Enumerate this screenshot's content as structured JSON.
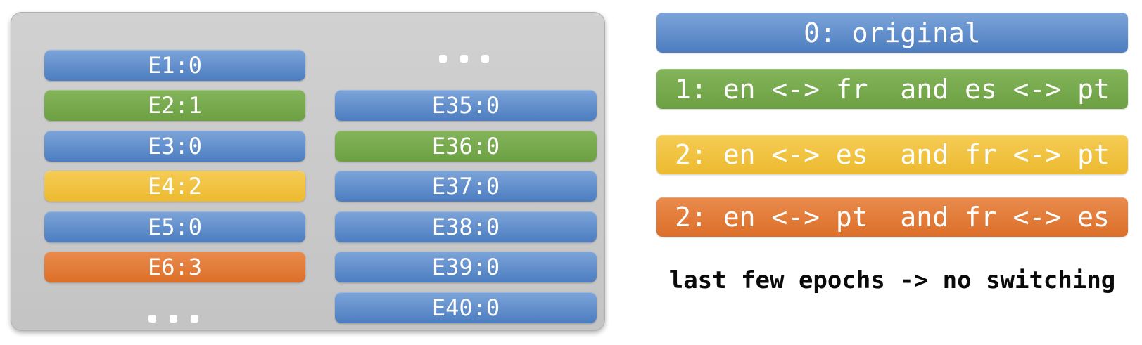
{
  "panel": {
    "columns": [
      {
        "items": [
          {
            "type": "pill",
            "label": "E1:0",
            "color": "blue"
          },
          {
            "type": "pill",
            "label": "E2:1",
            "color": "green"
          },
          {
            "type": "pill",
            "label": "E3:0",
            "color": "blue"
          },
          {
            "type": "pill",
            "label": "E4:2",
            "color": "yellow"
          },
          {
            "type": "pill",
            "label": "E5:0",
            "color": "blue"
          },
          {
            "type": "pill",
            "label": "E6:3",
            "color": "orange"
          },
          {
            "type": "ellipsis",
            "label": "..."
          }
        ]
      },
      {
        "items": [
          {
            "type": "ellipsis",
            "label": "..."
          },
          {
            "type": "pill",
            "label": "E35:0",
            "color": "blue"
          },
          {
            "type": "pill",
            "label": "E36:0",
            "color": "green"
          },
          {
            "type": "pill",
            "label": "E37:0",
            "color": "blue"
          },
          {
            "type": "pill",
            "label": "E38:0",
            "color": "blue"
          },
          {
            "type": "pill",
            "label": "E39:0",
            "color": "blue"
          },
          {
            "type": "pill",
            "label": "E40:0",
            "color": "blue"
          }
        ]
      }
    ]
  },
  "legend": {
    "items": [
      {
        "label": "0: original",
        "color": "blue",
        "hex": "#5E8CC9"
      },
      {
        "label": "1: en <-> fr  and es <-> pt",
        "color": "green",
        "hex": "#76A94E"
      },
      {
        "label": "2: en <-> es  and fr <-> pt",
        "color": "yellow",
        "hex": "#F1C340"
      },
      {
        "label": "2: en <-> pt  and fr <-> es",
        "color": "orange",
        "hex": "#E17A38"
      }
    ],
    "note": "last few epochs -> no switching"
  },
  "colors": {
    "blue": "#5E8CC9",
    "green": "#76A94E",
    "yellow": "#F1C340",
    "orange": "#E17A38",
    "panel_gray": "#CACACA",
    "bar_text": "#FFFFFF",
    "note_text": "#000000"
  }
}
